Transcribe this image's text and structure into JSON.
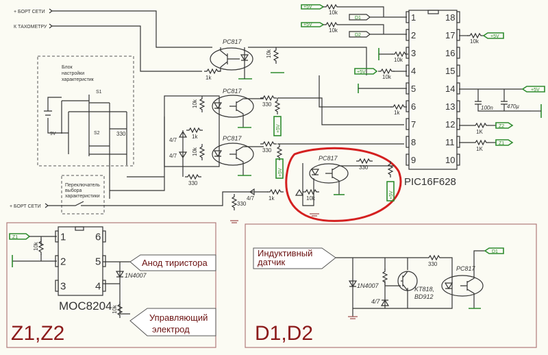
{
  "inputs": {
    "bort_seti_top": "+ БОРТ СЕТИ",
    "tachometer": "К ТАХОМЕТРУ",
    "bort_seti_bottom": "+ БОРТ СЕТИ"
  },
  "blocks": {
    "tuning_block": [
      "Блок",
      "настройки",
      "характеристик"
    ],
    "selector_block": [
      "Переключатель",
      "выбора",
      "характеристики"
    ]
  },
  "switches": {
    "s1": "S1",
    "s2": "S2"
  },
  "battery": "9V",
  "optocoupler": "PC817",
  "mcu": {
    "name": "PIC16F628",
    "left_pins": [
      "1",
      "2",
      "3",
      "4",
      "5",
      "6",
      "7",
      "8",
      "9"
    ],
    "right_pins": [
      "18",
      "17",
      "16",
      "15",
      "14",
      "13",
      "12",
      "11",
      "10"
    ]
  },
  "net_labels": {
    "plus5v": "+5V",
    "d1": "D1",
    "d2": "D2",
    "z1": "Z1",
    "z2": "Z2"
  },
  "values": {
    "r10k": "10k",
    "r1k": "1k",
    "r1K": "1K",
    "r330": "330",
    "zener": "4/7",
    "c100n": "100n",
    "c470u": "470µ",
    "diode": "1N4007",
    "transistor": [
      "KT818,",
      "BD912"
    ]
  },
  "z_section": {
    "title": "Z1,Z2",
    "chip": "MOC8204",
    "left_pins": [
      "1",
      "2",
      "3"
    ],
    "right_pins": [
      "6",
      "5",
      "4"
    ],
    "anode_label": "Анод тиристора",
    "gate_label": [
      "Управляющий",
      "электрод"
    ]
  },
  "d_section": {
    "title": "D1,D2",
    "sensor_label": [
      "Индуктивный",
      "датчик"
    ]
  }
}
